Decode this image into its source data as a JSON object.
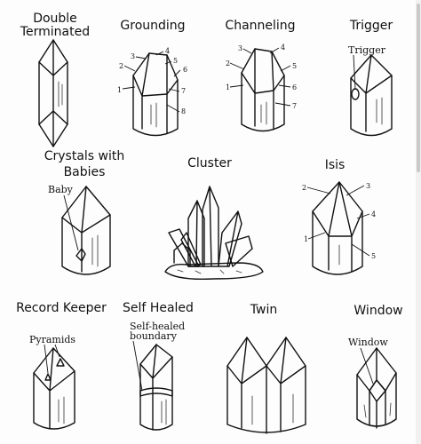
{
  "titles": {
    "double_terminated_line1": "Double",
    "double_terminated_line2": "Terminated",
    "grounding": "Grounding",
    "channeling": "Channeling",
    "trigger": "Trigger",
    "crystals_babies_line1": "Crystals with",
    "crystals_babies_line2": "Babies",
    "cluster": "Cluster",
    "isis": "Isis",
    "record_keeper": "Record Keeper",
    "self_healed": "Self Healed",
    "twin": "Twin",
    "window": "Window"
  },
  "annotations": {
    "trigger": "Trigger",
    "baby": "Baby",
    "pyramids": "Pyramids",
    "self_healed_line1": "Self-healed",
    "self_healed_line2": "boundary",
    "window": "Window"
  },
  "face_numbers": {
    "grounding": [
      "1",
      "2",
      "3",
      "4",
      "5",
      "6",
      "7",
      "8"
    ],
    "channeling": [
      "1",
      "2",
      "3",
      "4",
      "5",
      "6",
      "7"
    ],
    "isis": [
      "1",
      "2",
      "3",
      "4",
      "5"
    ]
  }
}
